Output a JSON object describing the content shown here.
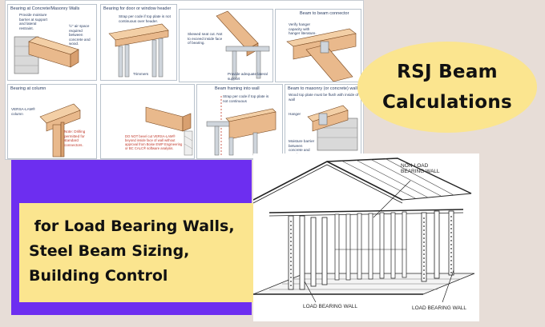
{
  "title": {
    "line1": "RSJ Beam",
    "line2": "Calculations"
  },
  "subtitle": {
    "line1": " for Load Bearing Walls,",
    "line2": "Steel Beam Sizing,",
    "line3": "Building Control"
  },
  "details": {
    "masonry": {
      "caption": "Bearing at Concrete/Masonry Walls",
      "note1": "Provide moisture barrier at support and lateral restraint.",
      "note2": "½\" air space required between concrete and wood."
    },
    "door_header": {
      "caption": "Bearing for door or window header",
      "note1": "Strap per code if top plate is not continuous over header.",
      "note2": "Trimmers"
    },
    "slope": {
      "note1": "Skewed seat cut. Not to exceed inside face of bearing.",
      "note2": "Provide adequate lateral support"
    },
    "connector": {
      "caption": "Beam to beam connector",
      "note1": "Verify hanger capacity with hanger literature."
    },
    "column": {
      "caption": "Bearing at column",
      "note1": "VERSA-LAM® column",
      "note2": "Note: Drilling permitted for standard connectors."
    },
    "bevel": {
      "note1": "DO NOT bevel cut VERSA-LAM® beyond inside face of wall without approval from Boise EWP Engineering or BC CALC® software analysis."
    },
    "framing": {
      "caption": "Beam framing into wall",
      "note1": "Strap per code if top plate is not continuous"
    },
    "masonry_wall": {
      "caption": "Beam to masonry (or concrete) wall",
      "note1": "Wood top plate must be flush with inside of wall",
      "note2": "Hanger",
      "note3": "Moisture barrier between concrete and wood"
    }
  },
  "framing_labels": {
    "non_load": "NON-LOAD\nBEARING WALL",
    "load_left": "LOAD BEARING WALL",
    "load_right": "LOAD BEARING WALL"
  },
  "colors": {
    "background": "#e7ddd7",
    "purple": "#6d2ef0",
    "yellow": "#fbe58f",
    "wood": "#e9b98c",
    "steel": "#bfc6cf"
  }
}
